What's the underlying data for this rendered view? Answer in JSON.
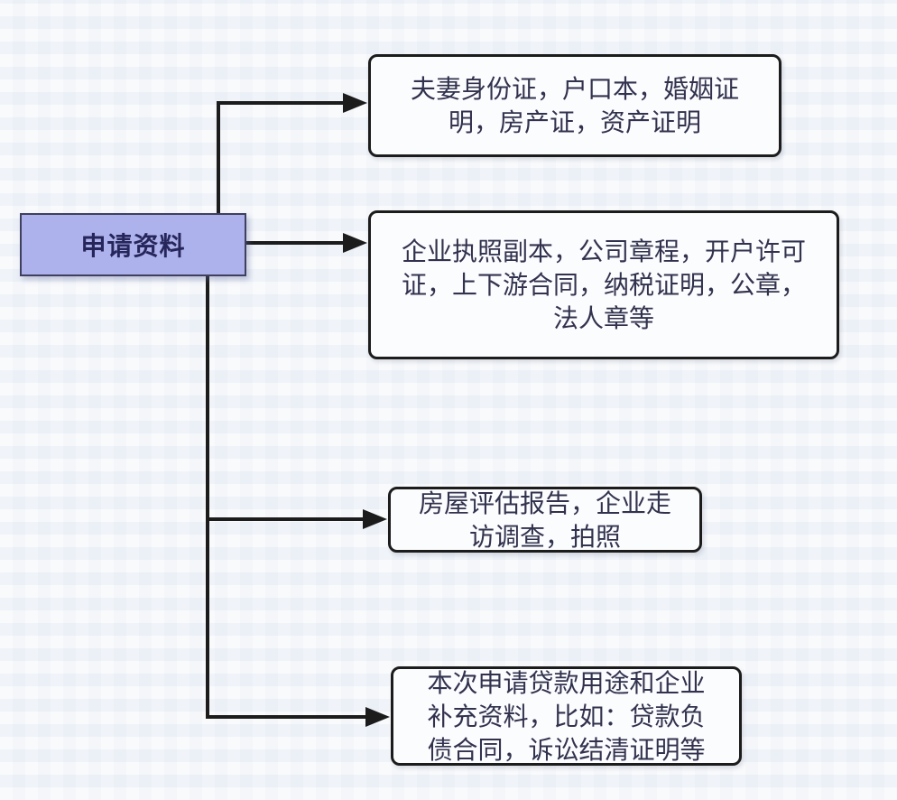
{
  "diagram": {
    "root_label": "申请资料",
    "branches": [
      {
        "text": "夫妻身份证，户口本，婚姻证\n明，房产证，资产证明"
      },
      {
        "text": "企业执照副本，公司章程，开户许可\n证，上下游合同，纳税证明，公章，\n法人章等"
      },
      {
        "text": "房屋评估报告，企业走\n访调查，拍照"
      },
      {
        "text": "本次申请贷款用途和企业\n补充资料，比如：贷款负\n债合同，诉讼结清证明等"
      }
    ]
  },
  "theme": {
    "background": "#f1f4f9",
    "root-fill": "#aeb2ec",
    "root-border": "#3f3f5f",
    "root-text": "#26265a",
    "box-fill": "#fbfcfe",
    "box-border": "#1c1c1c",
    "box-text": "#32324e",
    "line-color": "#1c1c1c"
  }
}
